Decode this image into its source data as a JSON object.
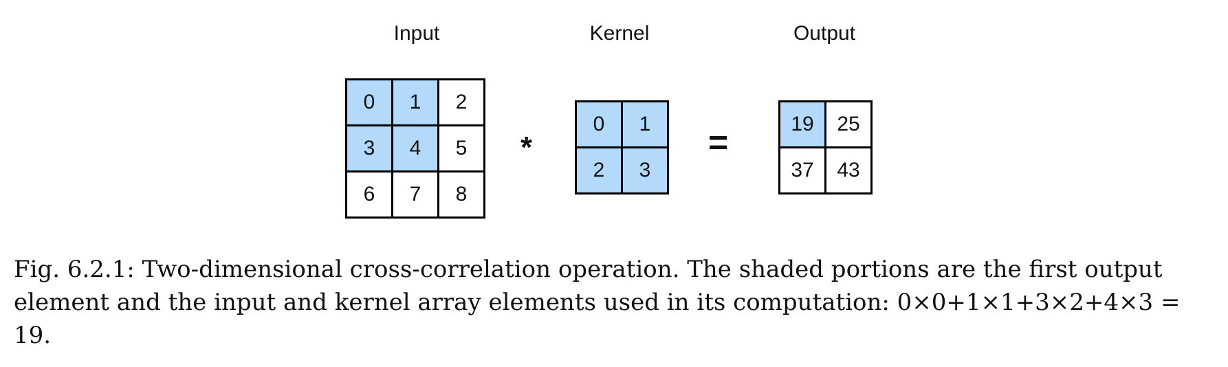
{
  "labels": {
    "input": "Input",
    "kernel": "Kernel",
    "output": "Output"
  },
  "operators": {
    "correlate": "*",
    "equals": "="
  },
  "input": {
    "rows": [
      [
        "0",
        "1",
        "2"
      ],
      [
        "3",
        "4",
        "5"
      ],
      [
        "6",
        "7",
        "8"
      ]
    ],
    "shaded": [
      [
        true,
        true,
        false
      ],
      [
        true,
        true,
        false
      ],
      [
        false,
        false,
        false
      ]
    ]
  },
  "kernel": {
    "rows": [
      [
        "0",
        "1"
      ],
      [
        "2",
        "3"
      ]
    ],
    "shaded": [
      [
        true,
        true
      ],
      [
        true,
        true
      ]
    ]
  },
  "output": {
    "rows": [
      [
        "19",
        "25"
      ],
      [
        "37",
        "43"
      ]
    ],
    "shaded": [
      [
        true,
        false
      ],
      [
        false,
        false
      ]
    ]
  },
  "caption": "Fig. 6.2.1: Two-dimensional cross-correlation operation. The shaded portions are the first output element and the input and kernel array elements used in its computation: 0×0+1×1+3×2+4×3 = 19.",
  "colors": {
    "shade": "#b3d9fb",
    "border": "#000000"
  }
}
